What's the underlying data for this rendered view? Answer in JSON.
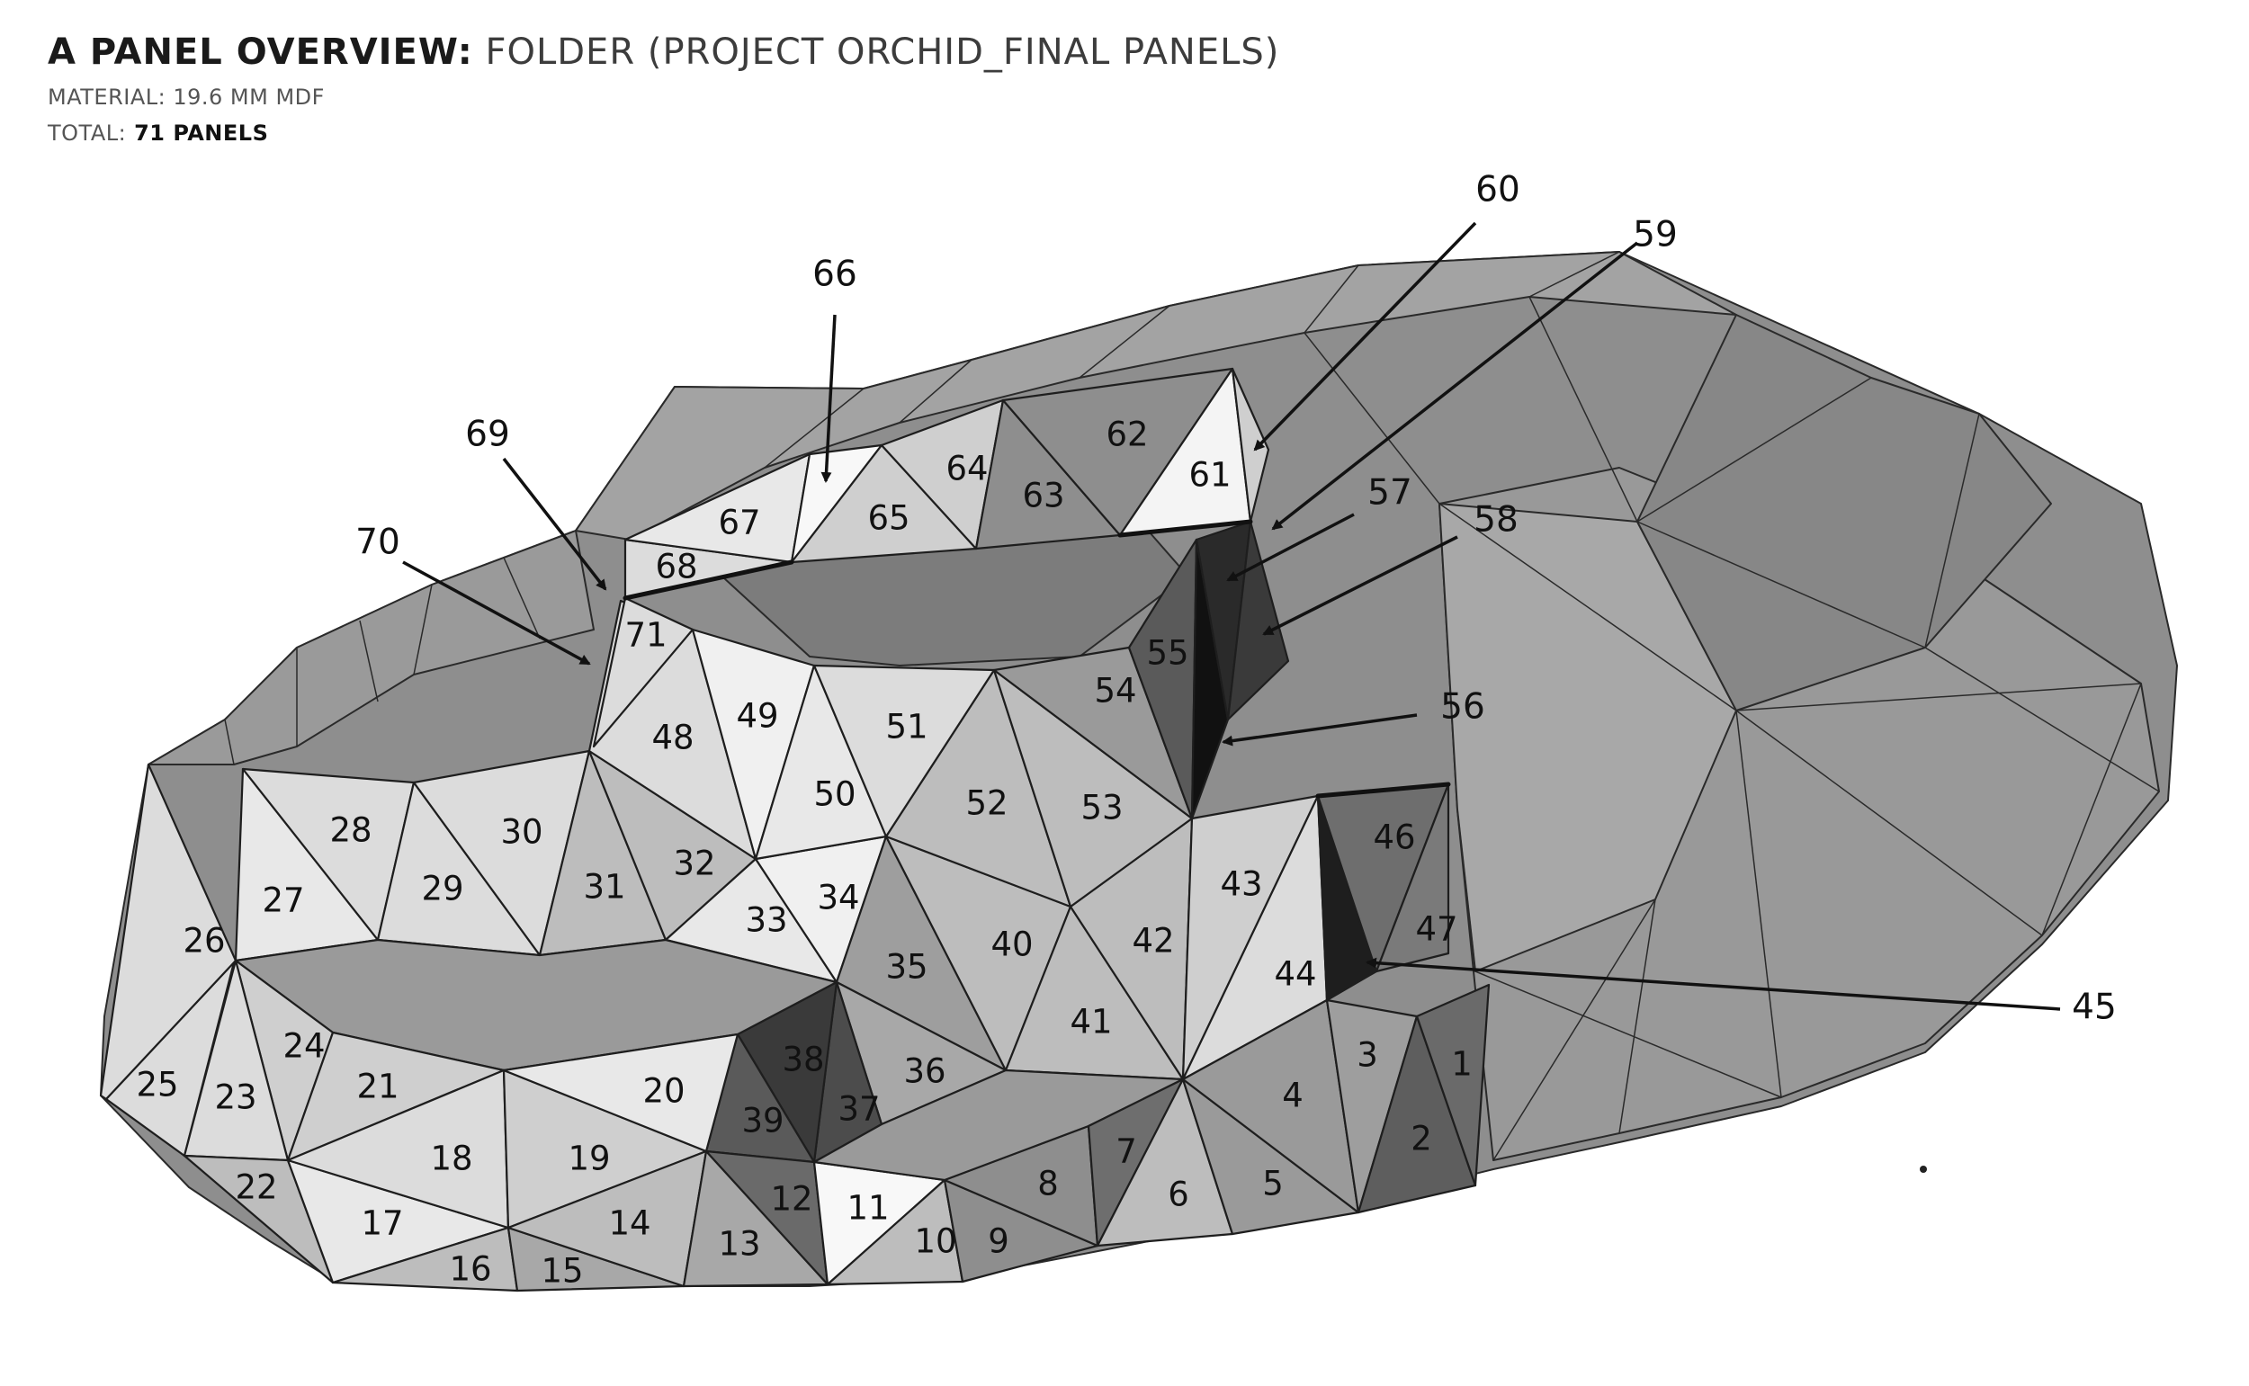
{
  "header": {
    "title_bold": "A PANEL OVERVIEW:",
    "title_light": " FOLDER (PROJECT ORCHID_FINAL PANELS)",
    "material_label": "MATERIAL:",
    "material_value": " 19.6 MM MDF",
    "total_label": "TOTAL:",
    "total_value": " 71 PANELS"
  },
  "colors": {
    "background_mesh": "#8e8e8e",
    "mesh_light": "#a6a6a6",
    "panel_white": "#f4f4f4",
    "panel_light": "#dcdcdc",
    "panel_mid": "#bdbdbd",
    "panel_dark": "#5a5a5a",
    "panel_black": "#202020",
    "edge": "#1e1e1e"
  },
  "panels": {
    "p1": "1",
    "p2": "2",
    "p3": "3",
    "p4": "4",
    "p5": "5",
    "p6": "6",
    "p7": "7",
    "p8": "8",
    "p9": "9",
    "p10": "10",
    "p11": "11",
    "p12": "12",
    "p13": "13",
    "p14": "14",
    "p15": "15",
    "p16": "16",
    "p17": "17",
    "p18": "18",
    "p19": "19",
    "p20": "20",
    "p21": "21",
    "p22": "22",
    "p23": "23",
    "p24": "24",
    "p25": "25",
    "p26": "26",
    "p27": "27",
    "p28": "28",
    "p29": "29",
    "p30": "30",
    "p31": "31",
    "p32": "32",
    "p33": "33",
    "p34": "34",
    "p35": "35",
    "p36": "36",
    "p37": "37",
    "p38": "38",
    "p39": "39",
    "p40": "40",
    "p41": "41",
    "p42": "42",
    "p43": "43",
    "p44": "44",
    "p46": "46",
    "p47": "47",
    "p48": "48",
    "p49": "49",
    "p50": "50",
    "p51": "51",
    "p52": "52",
    "p53": "53",
    "p54": "54",
    "p55": "55",
    "p61": "61",
    "p62": "62",
    "p63": "63",
    "p64": "64",
    "p65": "65",
    "p67": "67",
    "p68": "68",
    "p71": "71"
  },
  "callouts": {
    "c45": "45",
    "c56": "56",
    "c57": "57",
    "c58": "58",
    "c59": "59",
    "c60": "60",
    "c66": "66",
    "c69": "69",
    "c70": "70"
  }
}
